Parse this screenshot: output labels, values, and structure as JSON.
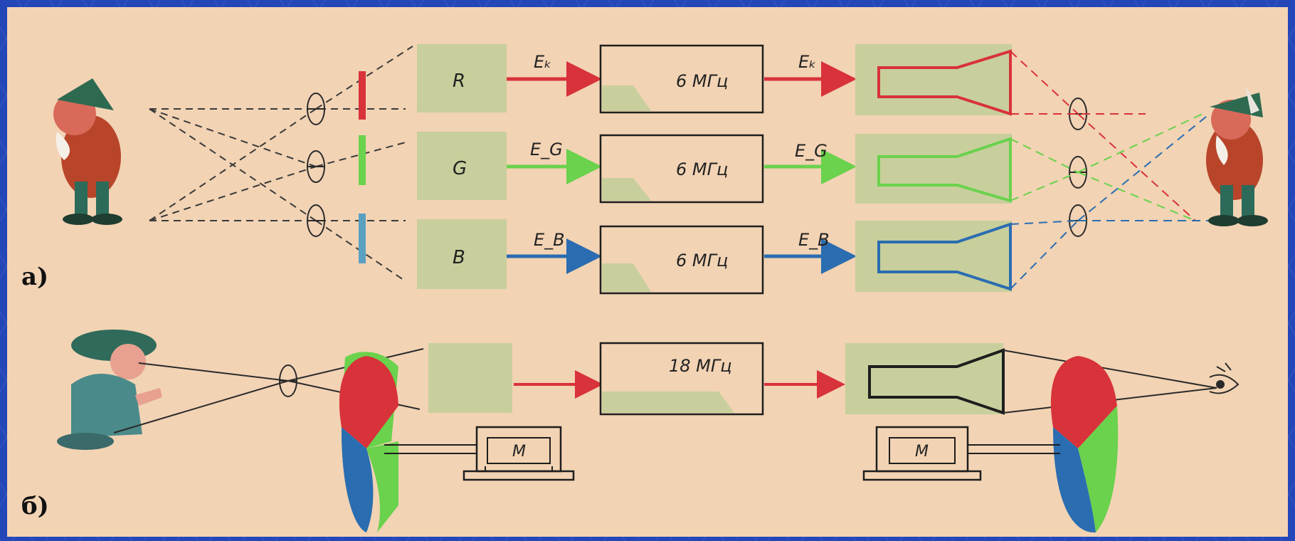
{
  "diagram": {
    "part_a_label": "а)",
    "part_b_label": "б)",
    "cameras": [
      {
        "name": "R",
        "signal": "Eₖ",
        "bandwidth": "6 МГц",
        "out_signal": "Eₖ",
        "color": "#d8323a"
      },
      {
        "name": "G",
        "signal": "E_G",
        "bandwidth": "6 МГц",
        "out_signal": "E_G",
        "color": "#6ad24c"
      },
      {
        "name": "B",
        "signal": "E_B",
        "bandwidth": "6 МГц",
        "out_signal": "E_B",
        "color": "#2a6db0"
      }
    ],
    "sequential": {
      "bandwidth": "18 МГц",
      "motor_left": "М",
      "motor_right": "М"
    },
    "colors": {
      "panel": "#f2d3b4",
      "block": "#c8cf9c",
      "border": "#1e1e1e",
      "red": "#d8323a",
      "green": "#6ad24c",
      "blue": "#2a6db0",
      "dash": "#3a3a3a"
    }
  }
}
